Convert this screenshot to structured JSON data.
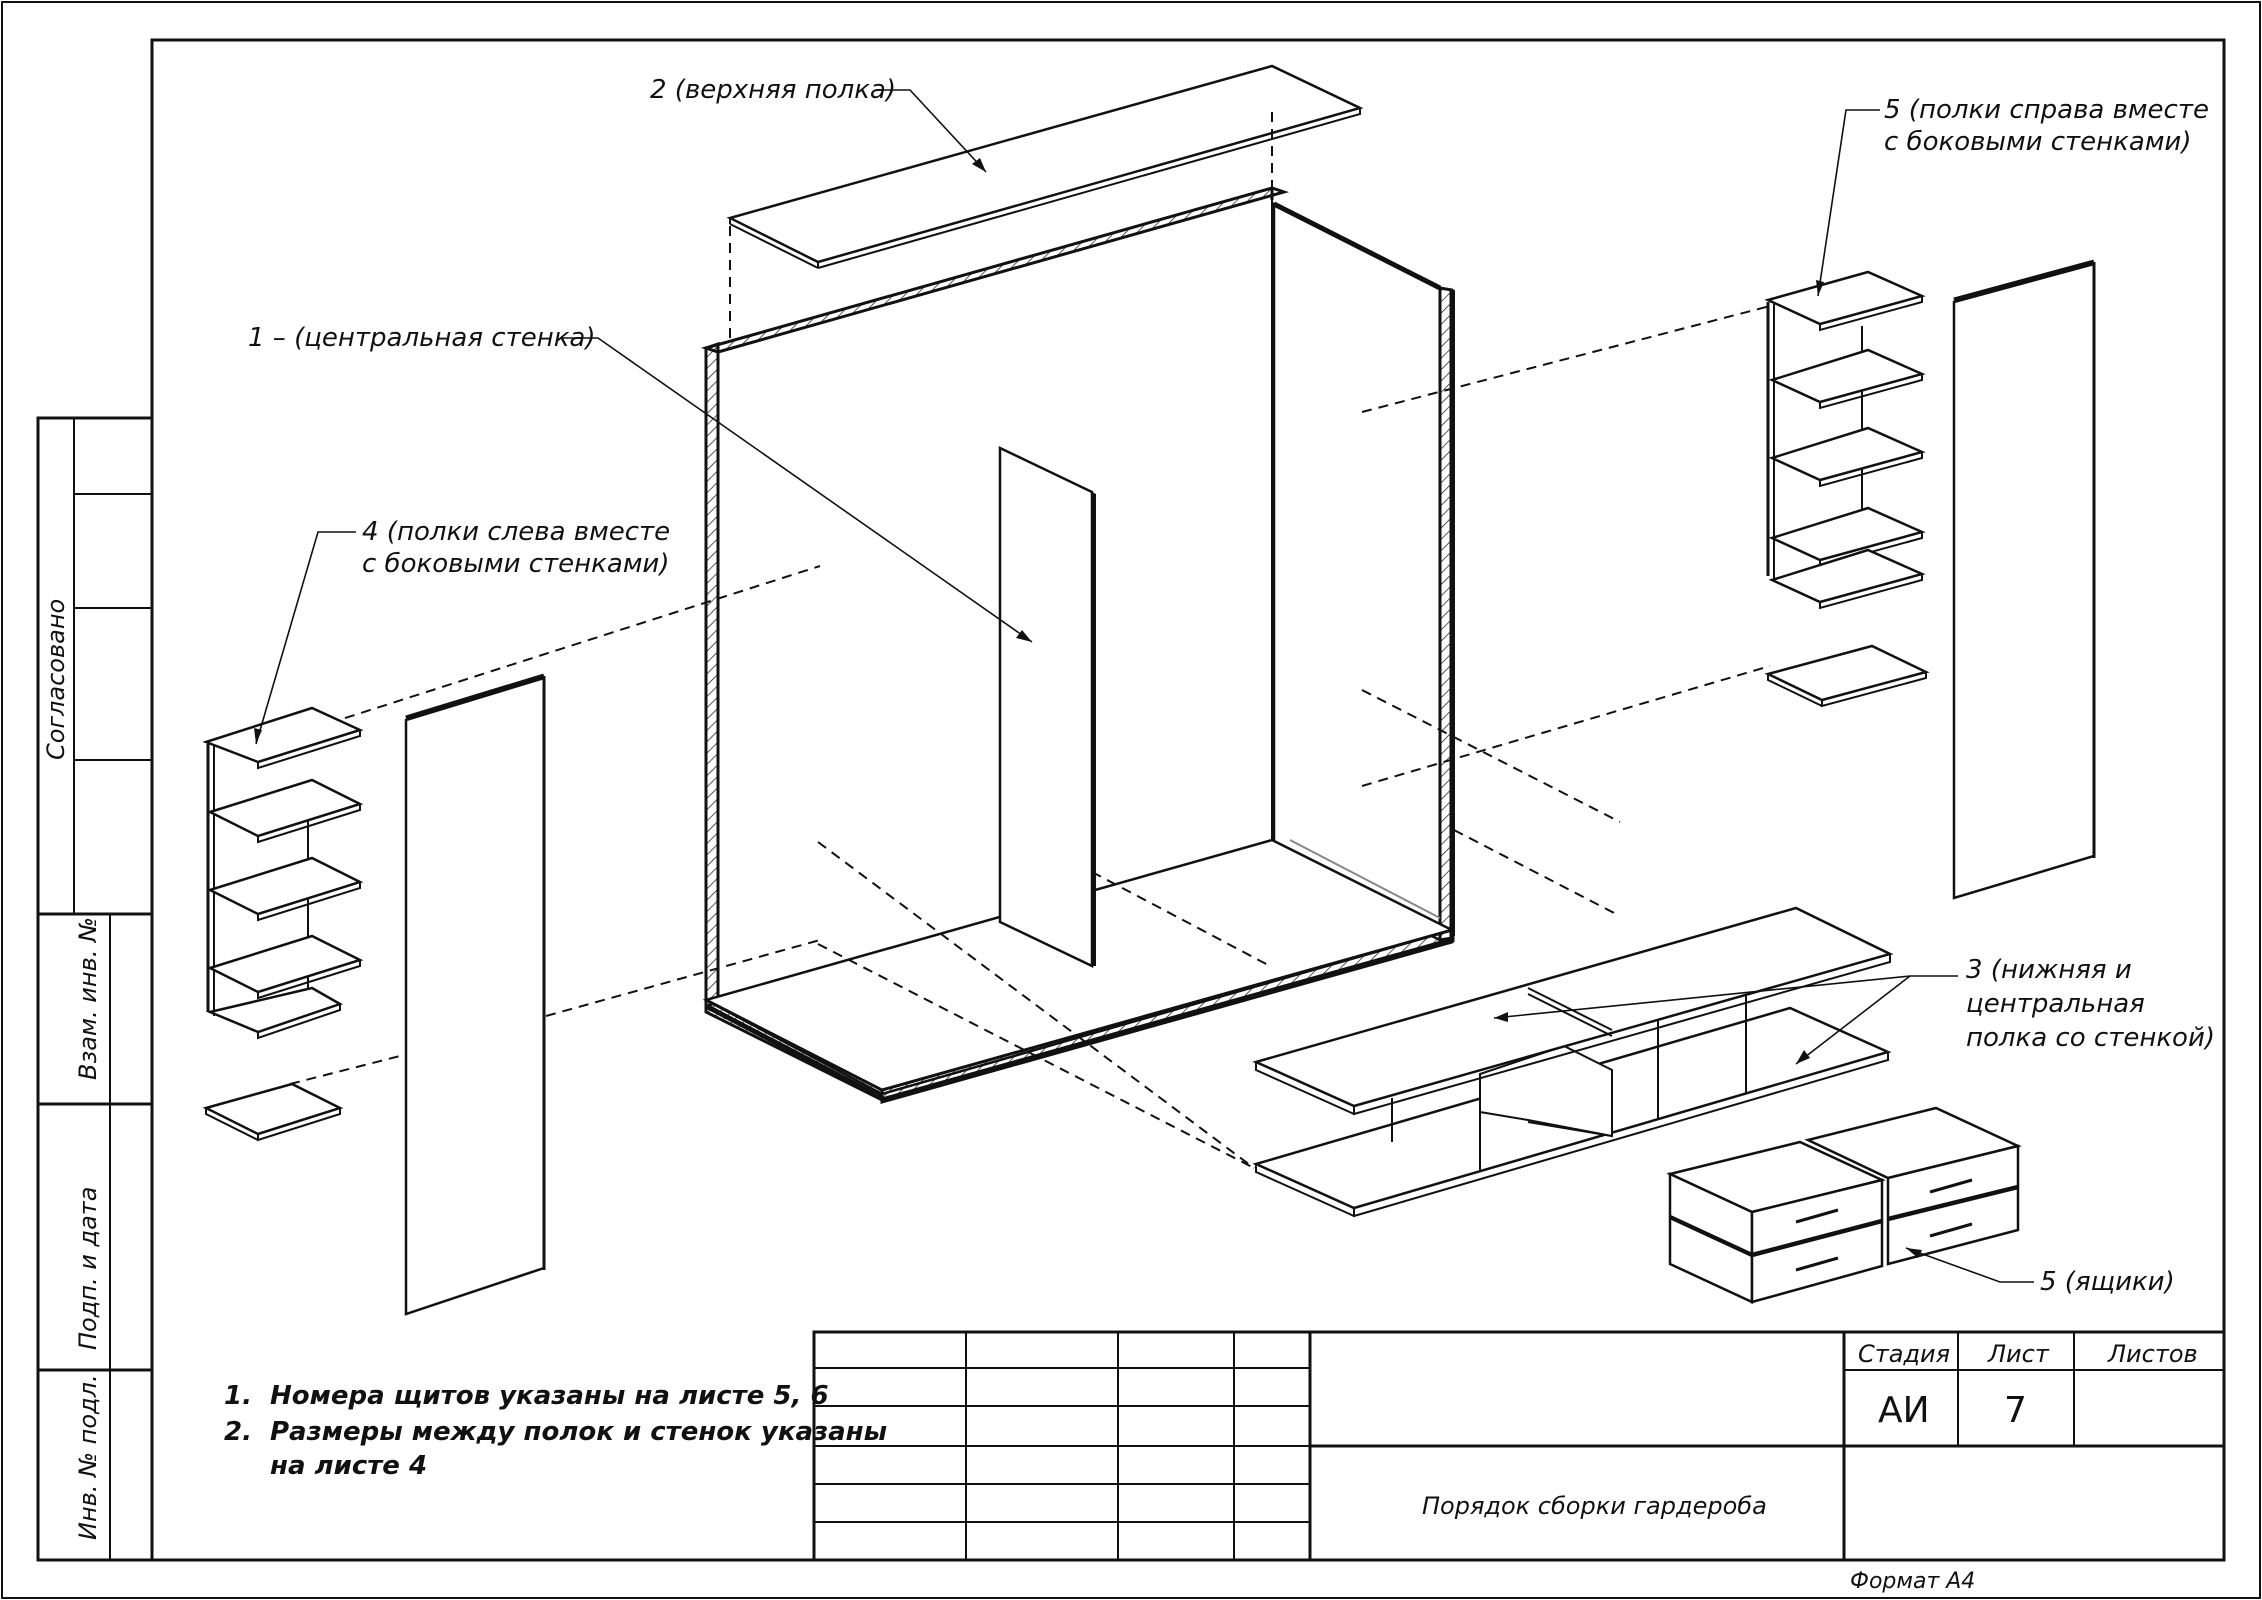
{
  "labels": {
    "top_shelf": "2 (верхняя полка)",
    "central_wall": "1 – (центральная стенка)",
    "left_shelves": [
      "4 (полки слева вместе",
      "с боковыми стенками)"
    ],
    "right_shelves": [
      "5 (полки справа вместе",
      "с боковыми стенками)"
    ],
    "bottom_shelf": [
      "3 (нижняя и",
      "центральная",
      "полка со стенкой)"
    ],
    "drawers": "5 (ящики)"
  },
  "notes": [
    {
      "num": "1.",
      "text": "Номера щитов указаны на листе 5, 6"
    },
    {
      "num": "2.",
      "text": "Размеры между полок и стенок указаны"
    },
    {
      "num": "",
      "text": "на листе 4"
    }
  ],
  "title_block": {
    "stage_header": "Стадия",
    "sheet_header": "Лист",
    "sheets_header": "Листов",
    "stage_value": "АИ",
    "sheet_value": "7",
    "sheets_value": "",
    "title": "Порядок сборки гардероба",
    "format": "Формат А4"
  },
  "side_stamp": {
    "agreed": "Согласовано",
    "replace_inv": "Взам. инв. №",
    "sign_date": "Подп. и дата",
    "inv_orig": "Инв. № подл."
  }
}
